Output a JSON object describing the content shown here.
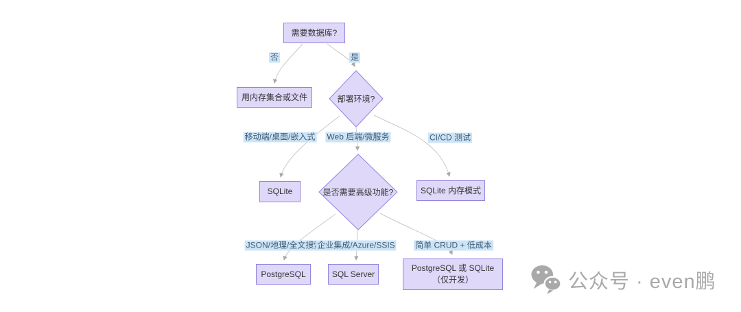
{
  "diagram": {
    "nodes": {
      "need_db": {
        "label": "需要数据库?"
      },
      "memory_file": {
        "label": "用内存集合或文件"
      },
      "deploy_env": {
        "label": "部署环境?"
      },
      "sqlite": {
        "label": "SQLite"
      },
      "advanced": {
        "label": "是否需要高级功能?"
      },
      "sqlite_memory": {
        "label": "SQLite 内存模式"
      },
      "postgresql": {
        "label": "PostgreSQL"
      },
      "sql_server": {
        "label": "SQL Server"
      },
      "pg_or_sqlite": {
        "label": "PostgreSQL 或 SQLite（仅开发）"
      }
    },
    "edge_labels": {
      "no": "否",
      "yes": "是",
      "mobile": "移动端/桌面/嵌入式",
      "web": "Web 后端/微服务",
      "cicd": "CI/CD 测试",
      "json": "JSON/地理/全文搜索",
      "enterprise": "企业集成/Azure/SSIS",
      "simple": "简单 CRUD + 低成本"
    },
    "colors": {
      "node_fill": "#DFD8F9",
      "node_border": "#9283E0",
      "edge_line": "#C9C9C9",
      "arrowhead": "#A9A9A9",
      "edge_label_bg": "#CDE4F6",
      "edge_label_text": "#3D5B77",
      "node_text": "#333333",
      "watermark_gray": "#A9A9A9"
    }
  },
  "watermark": {
    "icon": "wechat-icon",
    "text": "公众号 · even鹏"
  }
}
